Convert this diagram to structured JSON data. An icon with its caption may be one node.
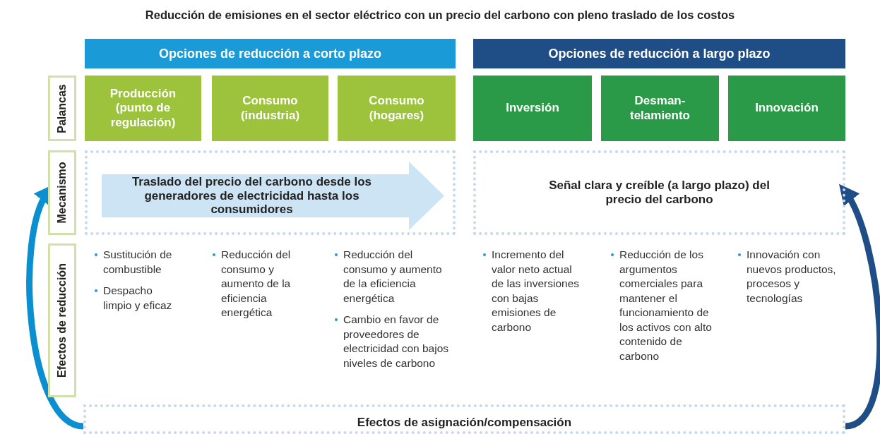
{
  "diagram": {
    "title": "Reducción de emisiones en el sector eléctrico con un precio del carbono con pleno traslado de los costos",
    "nodes": [
      {
        "text": [
          "Opciones de reducción a corto plazo"
        ]
      },
      {
        "text": [
          "Opciones de reducción a largo plazo"
        ]
      },
      {
        "text": [
          "Palancas"
        ]
      },
      {
        "text": [
          "Mecanismo"
        ]
      },
      {
        "text": [
          "Efectos de reducción"
        ]
      },
      {
        "text": [
          "Producción (punto de regulación)"
        ]
      },
      {
        "text": [
          "Consumo (industria)"
        ]
      },
      {
        "text": [
          "Consumo (hogares)"
        ]
      },
      {
        "text": [
          "Inversión"
        ]
      },
      {
        "text": [
          "Desman- telamiento"
        ]
      },
      {
        "text": [
          "Innovación"
        ]
      },
      {
        "text": [],
        "shape": "box"
      },
      {
        "text": [
          "Traslado del precio del carbono desde los generadores de electricidad hasta los consumidores"
        ],
        "in": 11
      },
      {
        "text": [
          "Señal clara y creíble (a largo plazo) del precio del carbono"
        ]
      },
      {
        "text": [
          "Sustitución de combustible",
          "Despacho limpio y eficaz"
        ]
      },
      {
        "text": [
          "Reducción del consumo y aumento de la eficiencia energética"
        ]
      },
      {
        "text": [
          "Reducción del consumo y aumento de la eficiencia energética",
          "Cambio en favor de proveedores de electricidad con bajos niveles de carbono"
        ]
      },
      {
        "text": [
          "Incremento del valor neto actual de las inversiones con bajas emisiones de carbono"
        ]
      },
      {
        "text": [
          "Reducción de los argumentos comerciales para mantener el funcionamiento de los activos con alto contenido de carbono"
        ]
      },
      {
        "text": [
          "Innovación con nuevos productos, procesos y tecnologías"
        ]
      },
      {
        "text": [
          "Efectos de asignación/compensación"
        ]
      }
    ],
    "edges": [
      {
        "from": 20,
        "to": 3,
        "arrow": "to",
        "color": "#0a8fd0"
      },
      {
        "from": 20,
        "to": 13,
        "arrow": "to",
        "color": "#1f4e86"
      }
    ]
  }
}
